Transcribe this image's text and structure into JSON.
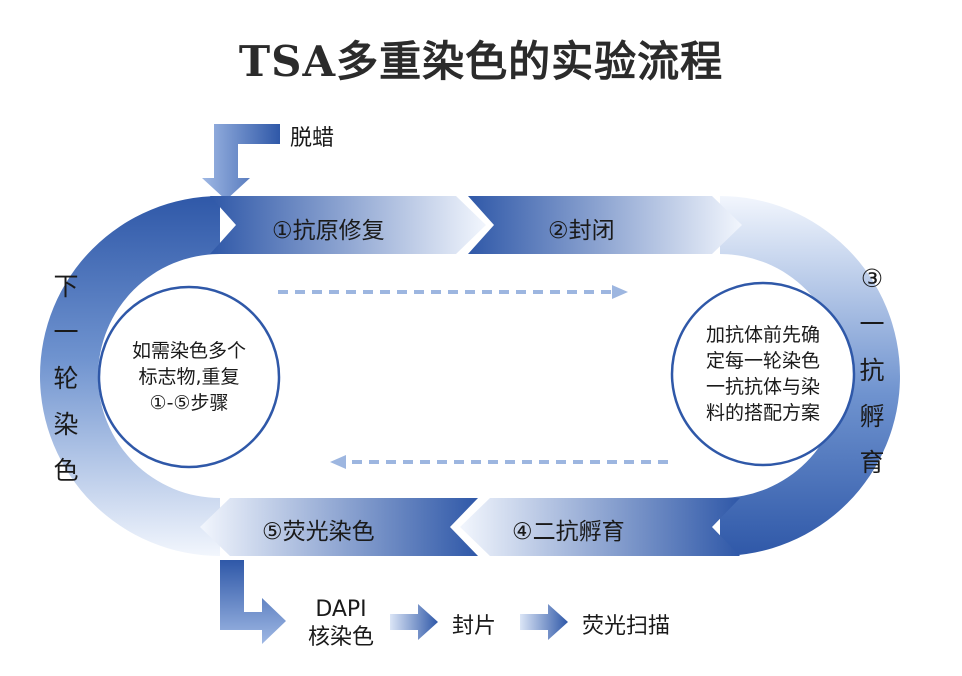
{
  "title": "TSA多重染色的实验流程",
  "start_step": "脱蜡",
  "steps": [
    {
      "label": "①抗原修复"
    },
    {
      "label": "②封闭"
    },
    {
      "label": "③一抗孵育",
      "chars": [
        "③",
        "一",
        "抗",
        "孵",
        "育"
      ]
    },
    {
      "label": "④二抗孵育"
    },
    {
      "label": "⑤荧光染色"
    }
  ],
  "loop_back": {
    "label": "下一轮染色",
    "chars": [
      "下",
      "一",
      "轮",
      "染",
      "色"
    ]
  },
  "left_note": {
    "lines": [
      "如需染色多个",
      "标志物,重复",
      "①-⑤步骤"
    ]
  },
  "right_note": {
    "lines": [
      "加抗体前先确",
      "定每一轮染色",
      "一抗抗体与染",
      "料的搭配方案"
    ]
  },
  "final_steps": [
    {
      "lines": [
        "DAPI",
        "核染色"
      ]
    },
    {
      "label": "封片"
    },
    {
      "label": "荧光扫描"
    }
  ],
  "colors": {
    "ribbon_dark": "#2f58a8",
    "ribbon_light": "#f2f6fd",
    "title": "#2b2b2b",
    "dashed_arrow": "#9db6e0"
  }
}
